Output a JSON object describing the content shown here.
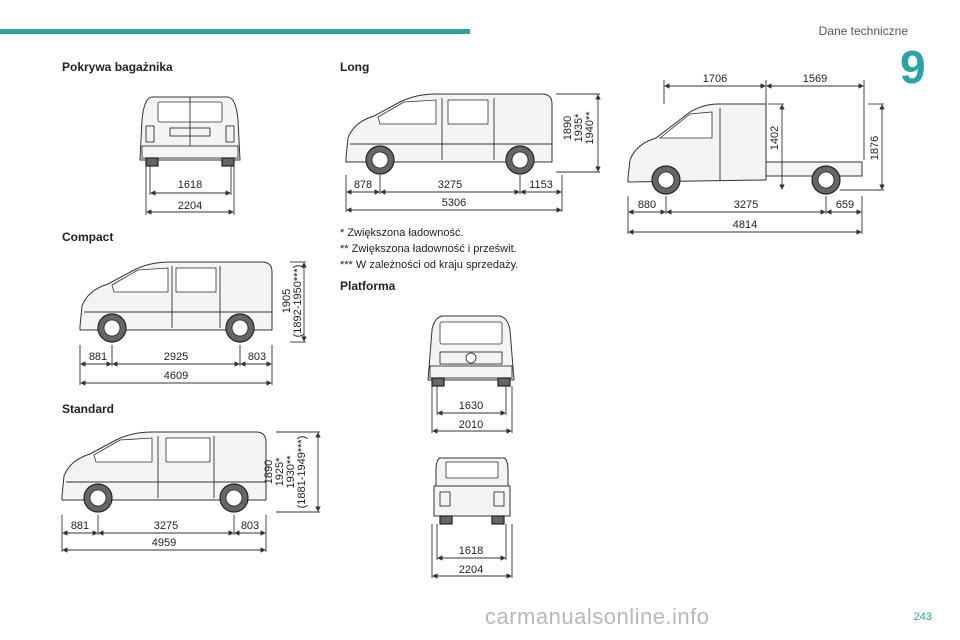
{
  "header": {
    "section_title": "Dane techniczne",
    "chapter_number": "9"
  },
  "sections": {
    "tailgate": {
      "heading": "Pokrywa bagażnika",
      "dims": [
        "1618",
        "2204"
      ]
    },
    "compact": {
      "heading": "Compact",
      "dims": [
        "881",
        "2925",
        "803",
        "4609"
      ],
      "height": [
        "1905",
        "(1892-1950***)"
      ]
    },
    "standard": {
      "heading": "Standard",
      "dims": [
        "881",
        "3275",
        "803",
        "4959"
      ],
      "height": [
        "1890",
        "1925*",
        "1930**",
        "(1881-1949***)"
      ]
    },
    "long": {
      "heading": "Long",
      "dims": [
        "878",
        "3275",
        "1153",
        "5306"
      ],
      "height": [
        "1890",
        "1935*",
        "1940**"
      ]
    },
    "notes": [
      "* Zwiększona ładowność.",
      "** Zwiększona ładowność i prześwit.",
      "*** W zależności od kraju sprzedaży."
    ],
    "platform": {
      "heading": "Platforma",
      "front_dims": [
        "1630",
        "2010"
      ],
      "rear_dims": [
        "1618",
        "2204"
      ],
      "side_top": [
        "1706",
        "1569"
      ],
      "side_heights": [
        "1402",
        "1876"
      ],
      "side_bottom": [
        "880",
        "3275",
        "659",
        "4814"
      ]
    }
  },
  "footer": {
    "page_number": "243",
    "watermark": "carmanualsonline.info"
  }
}
